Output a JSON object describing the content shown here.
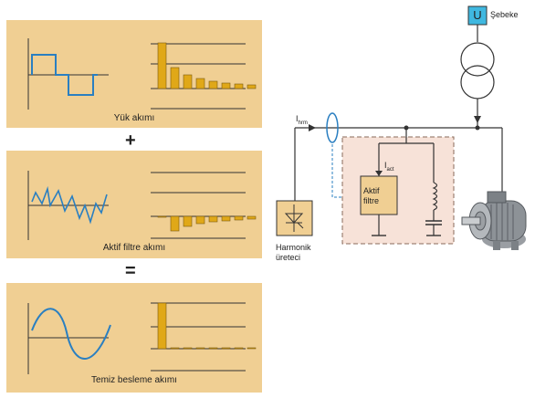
{
  "panels": {
    "load_current_caption": "Yük akımı",
    "active_filter_caption": "Aktif filtre akımı",
    "clean_supply_caption": "Temiz besleme akımı"
  },
  "operators": {
    "plus": "+",
    "equals": "="
  },
  "circuit": {
    "source_symbol": "U",
    "source_label": "Şebeke",
    "harmonic_current_main": "I",
    "harmonic_current_sub": "hrm",
    "active_current_main": "I",
    "active_current_sub": "act",
    "filter_label_line1": "Aktif",
    "filter_label_line2": "filtre",
    "generator_label_line1": "Harmonik",
    "generator_label_line2": "üreteci"
  },
  "colors": {
    "panel_bg": "#f0cf93",
    "wave_blue": "#2a7fc1",
    "bar_gold": "#e0a818",
    "source_box": "#3fb8e0",
    "generator_box": "#f0cf93",
    "filter_box": "#f0cf93",
    "filter_zone": "#f7e2d8",
    "filter_zone_border": "#8a6a5a",
    "sensor_ring": "#2a7fc1"
  }
}
